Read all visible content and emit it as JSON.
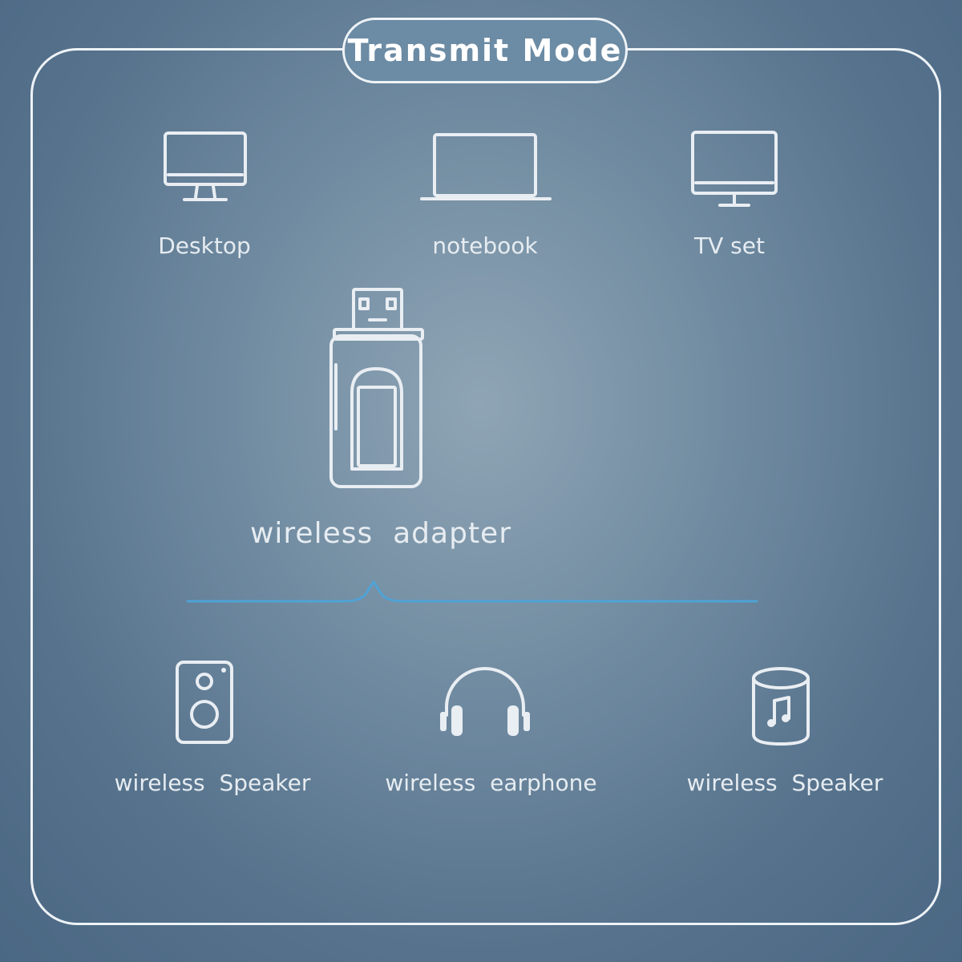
{
  "title": "Transmit Mode",
  "sources": [
    {
      "label": "Desktop",
      "icon": "desktop-monitor-icon"
    },
    {
      "label": "notebook",
      "icon": "laptop-icon"
    },
    {
      "label": "TV set",
      "icon": "tv-icon"
    }
  ],
  "adapter": {
    "label": "wireless  adapter",
    "icon": "usb-adapter-icon"
  },
  "receivers": [
    {
      "label": "wireless  Speaker",
      "icon": "speaker-icon"
    },
    {
      "label": "wireless  earphone",
      "icon": "headphones-icon"
    },
    {
      "label": "wireless  Speaker",
      "icon": "cylinder-speaker-icon"
    }
  ],
  "colors": {
    "background": "#5f7b94",
    "line": "#eef3f7",
    "connector": "#4fa3d6"
  }
}
